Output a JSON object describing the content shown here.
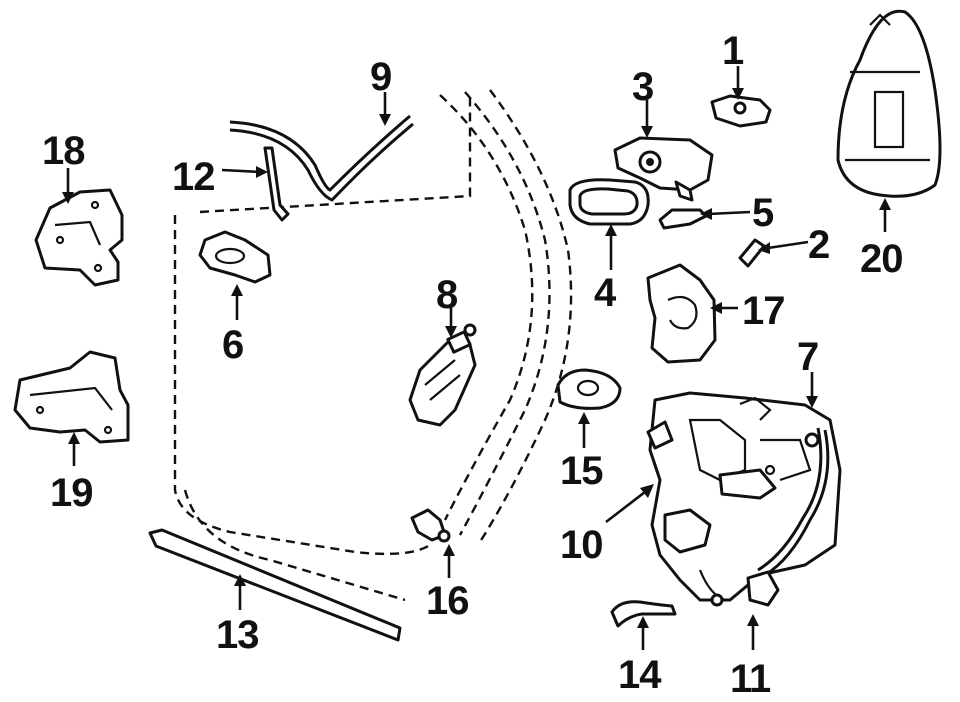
{
  "diagram": {
    "callouts": [
      {
        "id": "1",
        "label": "1"
      },
      {
        "id": "2",
        "label": "2"
      },
      {
        "id": "3",
        "label": "3"
      },
      {
        "id": "4",
        "label": "4"
      },
      {
        "id": "5",
        "label": "5"
      },
      {
        "id": "6",
        "label": "6"
      },
      {
        "id": "7",
        "label": "7"
      },
      {
        "id": "8",
        "label": "8"
      },
      {
        "id": "9",
        "label": "9"
      },
      {
        "id": "10",
        "label": "10"
      },
      {
        "id": "11",
        "label": "11"
      },
      {
        "id": "12",
        "label": "12"
      },
      {
        "id": "13",
        "label": "13"
      },
      {
        "id": "14",
        "label": "14"
      },
      {
        "id": "15",
        "label": "15"
      },
      {
        "id": "16",
        "label": "16"
      },
      {
        "id": "17",
        "label": "17"
      },
      {
        "id": "18",
        "label": "18"
      },
      {
        "id": "19",
        "label": "19"
      },
      {
        "id": "20",
        "label": "20"
      }
    ],
    "colors": {
      "ink": "#111111",
      "paper": "#ffffff"
    }
  }
}
